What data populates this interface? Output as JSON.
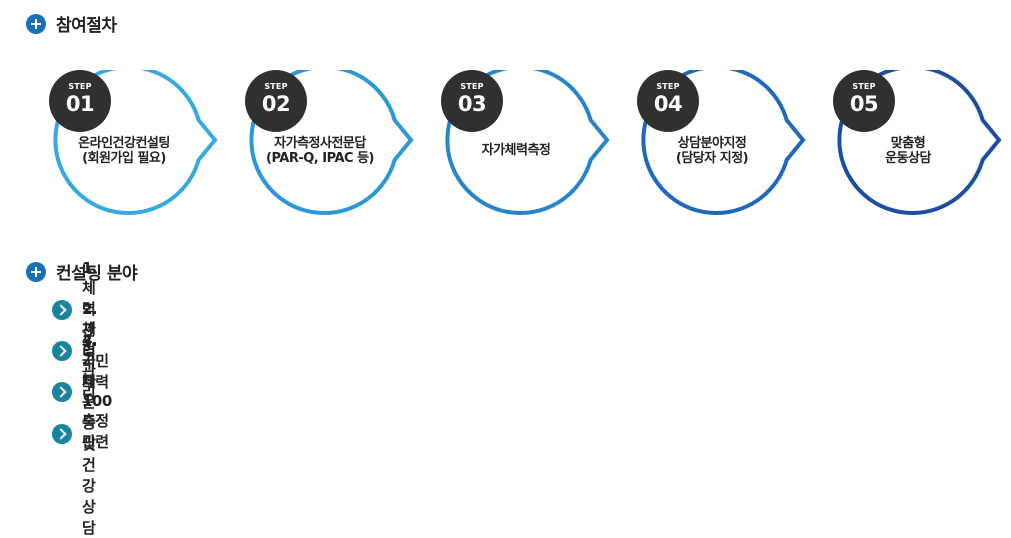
{
  "procedure": {
    "title": "참여절차"
  },
  "steps": [
    {
      "word": "STEP",
      "num": "01",
      "lines": [
        "온라인건강컨설팅",
        "(회원가입 필요)"
      ],
      "color": "#37a9df"
    },
    {
      "word": "STEP",
      "num": "02",
      "lines": [
        "자가측정사전문답",
        "(PAR-Q, IPAC 등)"
      ],
      "color": "#2b98d8"
    },
    {
      "word": "STEP",
      "num": "03",
      "lines": [
        "자가체력측정"
      ],
      "color": "#2a84cc"
    },
    {
      "word": "STEP",
      "num": "04",
      "lines": [
        "상담분야지정",
        "(담당자 지정)"
      ],
      "color": "#2068bb"
    },
    {
      "word": "STEP",
      "num": "05",
      "lines": [
        "맞춤형",
        "운동상담"
      ],
      "color": "#1c4fa1"
    }
  ],
  "consulting": {
    "title": "컨설팅 분야",
    "items": [
      "1. 체력관리",
      "2. 체형관리",
      "3. 국민체력100 측정 관련",
      "4. 기타 운동 및 건강상담"
    ]
  },
  "colors": {
    "plus_icon": "#1b6fb8",
    "chevron_icon": "#18849e",
    "badge": "#303030"
  }
}
